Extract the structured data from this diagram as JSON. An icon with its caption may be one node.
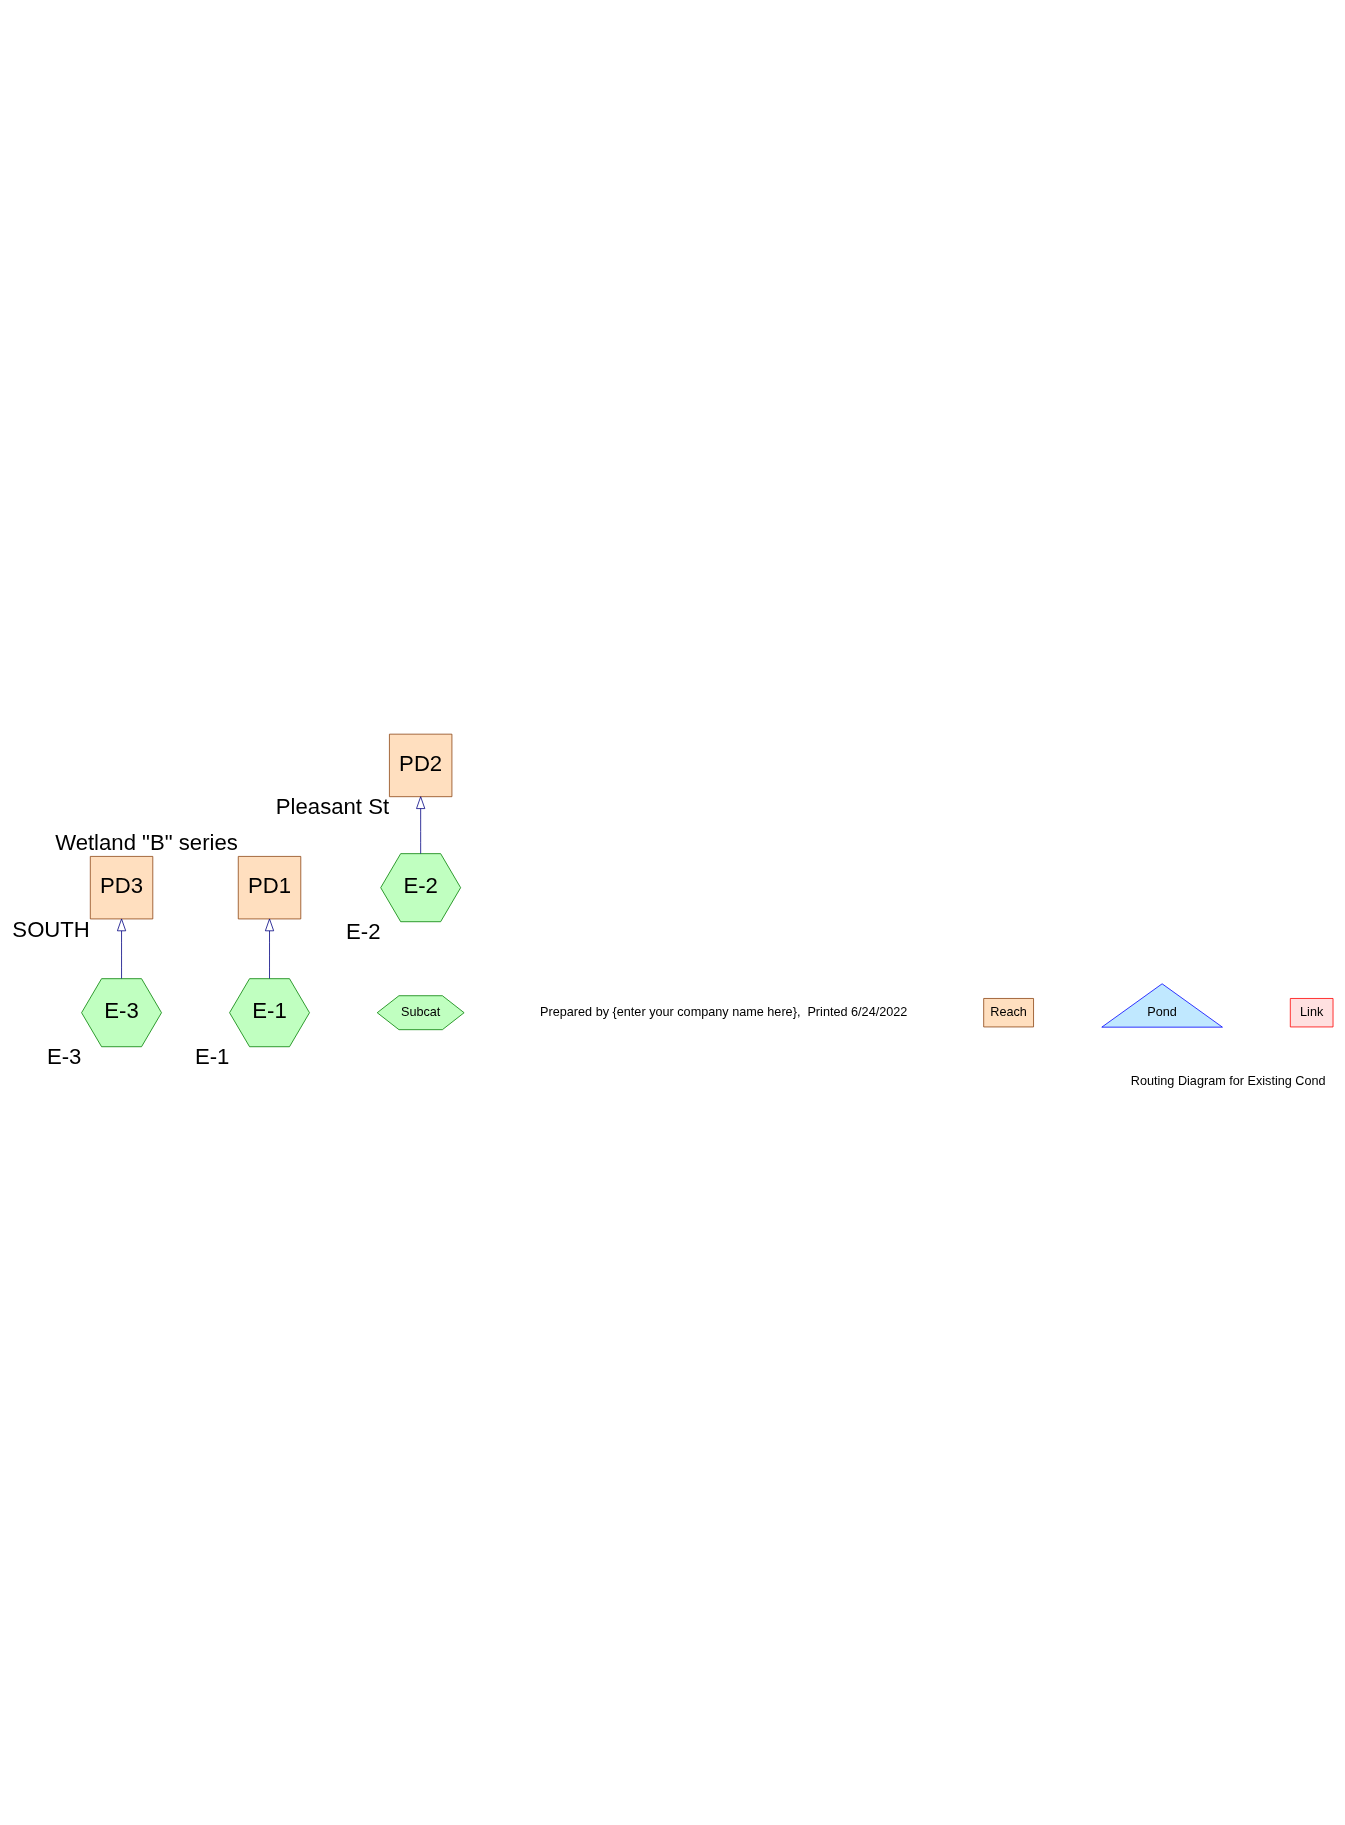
{
  "diagram": {
    "title": "Routing Diagram for Existing Cond",
    "nodes": [
      {
        "text": [
          "PD3"
        ],
        "beside": [
          "SOUTH"
        ]
      },
      {
        "text": [
          "E-3"
        ],
        "beside": [
          "E-3"
        ]
      },
      {
        "text": [
          "PD1"
        ],
        "beside": [
          "Wetland \"B\" series"
        ]
      },
      {
        "text": [
          "E-1"
        ],
        "beside": [
          "E-1"
        ]
      },
      {
        "text": [
          "PD2"
        ],
        "beside": [
          "Pleasant St"
        ]
      },
      {
        "text": [
          "E-2"
        ],
        "beside": [
          "E-2"
        ]
      }
    ],
    "edges": [
      {
        "from": 1,
        "to": 0,
        "arrow": "to"
      },
      {
        "from": 3,
        "to": 2,
        "arrow": "to"
      },
      {
        "from": 5,
        "to": 4,
        "arrow": "to"
      }
    ],
    "labels": [
      "Prepared by {enter your company name here},  Printed 6/24/2022"
    ],
    "legend": [
      {
        "text": "Subcat"
      },
      {
        "text": "Reach"
      },
      {
        "text": "Pond"
      },
      {
        "text": "Link"
      }
    ]
  }
}
